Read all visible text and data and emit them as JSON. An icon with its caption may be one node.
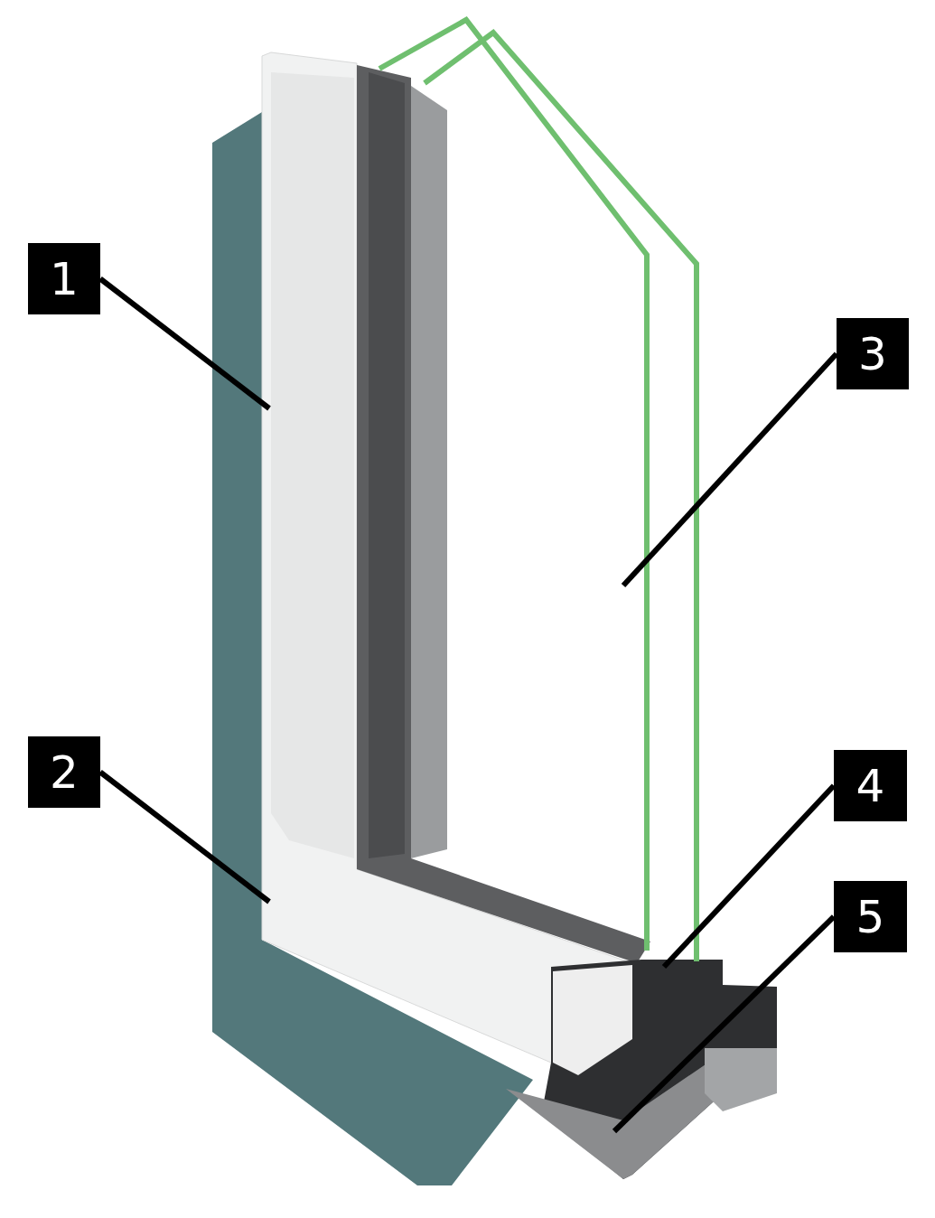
{
  "diagram": {
    "nodes": [
      {
        "text": [
          "1"
        ]
      },
      {
        "text": [
          "2"
        ]
      },
      {
        "text": [
          "3"
        ]
      },
      {
        "text": [
          "4"
        ]
      },
      {
        "text": [
          "5"
        ]
      }
    ],
    "edges": [
      {
        "from": 0,
        "to": null,
        "arrow": "none"
      },
      {
        "from": 1,
        "to": null,
        "arrow": "none"
      },
      {
        "from": 2,
        "to": null,
        "arrow": "none"
      },
      {
        "from": 3,
        "to": null,
        "arrow": "none"
      },
      {
        "from": 4,
        "to": null,
        "arrow": "none"
      }
    ]
  }
}
